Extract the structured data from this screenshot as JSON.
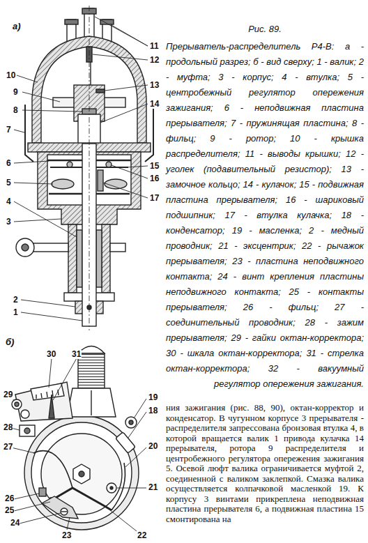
{
  "diagram": {
    "title": "Рис. 89.",
    "caption": "Прерыватель-распределитель Р4-В: а - продольный разрез; б - вид сверху; 1 - валик; 2 - муфта; 3 - корпус; 4 - втулка; 5 - центробежный регулятор опережения зажигания; 6 - неподвижная пластина прерывателя; 7 - пружинящая пластина; 8 - фильц; 9 - ротор; 10 - крышка распределителя; 11 - выводы крышки; 12 - уголек (подавительный резистор); 13 - замочное кольцо; 14 - кулачок; 15 - подвижная пластина прерывателя; 16 - шариковый подшипник; 17 - втулка кулачка; 18 - конденсатор; 19 - масленка; 2 - медный проводник; 21 - эксцентрик; 22 - рычажок прерывателя; 23 - пластина неподвижного контакта; 24 - винт крепления пластины неподвижного контакта; 25 - контакты прерывателя; 26 - фильц; 27 - соединительный проводник; 28 - зажим прерывателя; 29 - гайки октан-корректора; 30 - шкала октан-корректора; 31 - стрелка октан-корректора; 32 - вакуумный регулятор опережения зажигания.",
    "labels": [
      "а)",
      "11",
      "12",
      "10",
      "9",
      "13",
      "8",
      "14",
      "7",
      "6",
      "15",
      "16",
      "5",
      "17",
      "4",
      "3",
      "2",
      "1",
      "б)",
      "30",
      "31",
      "29",
      "19",
      "18",
      "28",
      "27",
      "20",
      "21",
      "26",
      "25",
      "24",
      "23",
      "22",
      "ния зажигания (рис. 88, 90), октан-корректор и конденсатор. В чугунном корпусе 3 прерывателя - распределителя запрессована бронзовая втулка 4, в которой вращается валик 1 привода кулачка 14 прерывателя, ротора 9 распределителя и центробежного регулятора опережения зажигания 5. Осевой люфт валика ограничивается муфтой 2, соединенной с валиком заклепкой. Смазка валика осуществляется колпачковой масленкой 19. К корпусу 3 винтами прикреплена неподвижная пластина прерывателя 6, а подвижная пластина 15 смонтирована на"
    ]
  }
}
